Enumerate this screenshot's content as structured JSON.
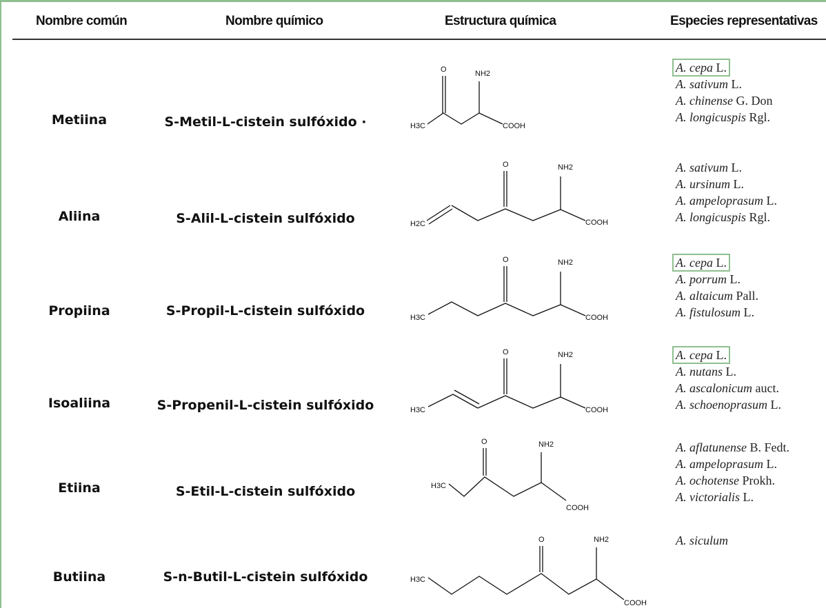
{
  "headers": {
    "common_name": "Nombre común",
    "chemical_name": "Nombre químico",
    "structure": "Estructura química",
    "species": "Especies representativas"
  },
  "rows": [
    {
      "common": "Metiina",
      "chemical": "S-Metil-L-cistein sulfóxido ·",
      "structure": {
        "left": "H3C",
        "o": "O",
        "nh2": "NH2",
        "cooh": "COOH"
      },
      "species": [
        {
          "genus": "A. cepa",
          "author": " L.",
          "boxed": true
        },
        {
          "genus": "A. sativum",
          "author": " L."
        },
        {
          "genus": "A. chinense",
          "author": " G. Don"
        },
        {
          "genus": "A. longicuspis",
          "author": " Rgl."
        }
      ]
    },
    {
      "common": "Aliina",
      "chemical": "S-Alil-L-cistein sulfóxido",
      "structure": {
        "left": "H2C",
        "o": "O",
        "nh2": "NH2",
        "cooh": "COOH"
      },
      "species": [
        {
          "genus": "A. sativum",
          "author": " L."
        },
        {
          "genus": "A. ursinum",
          "author": " L."
        },
        {
          "genus": "A. ampeloprasum",
          "author": " L."
        },
        {
          "genus": "A. longicuspis",
          "author": " Rgl."
        }
      ]
    },
    {
      "common": "Propiina",
      "chemical": "S-Propil-L-cistein sulfóxido",
      "structure": {
        "left": "H3C",
        "o": "O",
        "nh2": "NH2",
        "cooh": "COOH"
      },
      "species": [
        {
          "genus": "A. cepa",
          "author": " L.",
          "boxed": true
        },
        {
          "genus": "A. porrum",
          "author": " L."
        },
        {
          "genus": "A. altaicum",
          "author": " Pall."
        },
        {
          "genus": "A. fistulosum",
          "author": " L."
        }
      ]
    },
    {
      "common": "Isoaliina",
      "chemical": "S-Propenil-L-cistein sulfóxido",
      "structure": {
        "left": "H3C",
        "o": "O",
        "nh2": "NH2",
        "cooh": "COOH"
      },
      "species": [
        {
          "genus": "A. cepa",
          "author": " L.",
          "boxed": true
        },
        {
          "genus": "A. nutans",
          "author": " L."
        },
        {
          "genus": "A. ascalonicum",
          "author": " auct."
        },
        {
          "genus": "A. schoenoprasum",
          "author": " L."
        }
      ]
    },
    {
      "common": "Etiina",
      "chemical": "S-Etil-L-cistein sulfóxido",
      "structure": {
        "left": "H3C",
        "o": "O",
        "nh2": "NH2",
        "cooh": "COOH"
      },
      "species": [
        {
          "genus": "A. aflatunense",
          "author": " B. Fedt."
        },
        {
          "genus": "A. ampeloprasum",
          "author": " L."
        },
        {
          "genus": "A. ochotense",
          "author": " Prokh."
        },
        {
          "genus": "A. victorialis",
          "author": " L."
        }
      ]
    },
    {
      "common": "Butiina",
      "chemical": "S-n-Butil-L-cistein sulfóxido",
      "structure": {
        "left": "H3C",
        "o": "O",
        "nh2": "NH2",
        "cooh": "COOH"
      },
      "species": [
        {
          "genus": "A. siculum",
          "author": ""
        }
      ]
    }
  ]
}
